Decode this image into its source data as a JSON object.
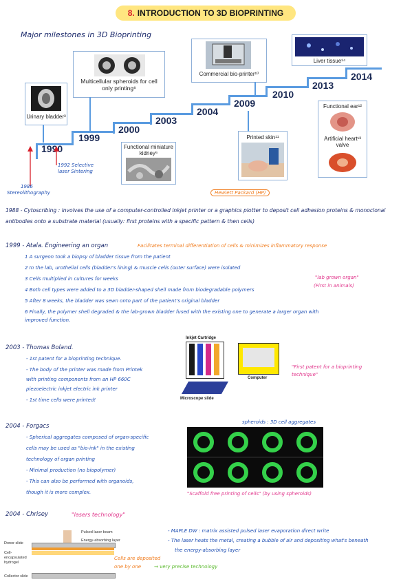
{
  "title": {
    "number": "8.",
    "text": "INTRODUCTION TO 3D BIOPRINTING"
  },
  "subtitle": "Major milestones in 3D Bioprinting",
  "timeline": {
    "years": [
      "1990",
      "1999",
      "2000",
      "2003",
      "2004",
      "2009",
      "2010",
      "2013",
      "2014"
    ],
    "cards": {
      "urinary": "Urinary bladder³",
      "spheroids": "Multicellular spheroids for cell only printing⁸",
      "kidney": "Functional miniature kidney⁶",
      "printer": "Commercial bio-printer¹⁰",
      "skin": "Printed skin¹¹",
      "liver": "Liver tissue¹⁴",
      "ear": "Functional ear¹²",
      "heart": "Artificial heart¹³ valve"
    },
    "notes": {
      "n1992": "1992 Selective laser Sintering",
      "n1986a": "1986",
      "n1986b": "Stereolithography"
    }
  },
  "hewlett": "Hewlett Packard (HP)",
  "s1988": {
    "line1": "1988 - Cytoscribing : involves the use of a computer-controlled inkjet printer or a graphics plotter to deposit cell adhesion proteins & monoclonal",
    "line2": "antibodies onto a substrate material (usually: first proteins with a specific pattern & then cells)"
  },
  "s1999": {
    "head": "1999 - Atala. Engineering an organ",
    "aside": "Facilitates terminal differentiation of cells & minimizes inflammatory response",
    "items": [
      "1   A surgeon took a biopsy of bladder tissue from the patient",
      "2   In the lab, urothelial cells (bladder's lining) & muscle cells (outer surface) were isolated",
      "3   Cells multiplied in cultures for weeks",
      "4   Both cell types were added to a 3D bladder-shaped shell made from biodegradable polymers",
      "5   After 8 weeks, the bladder was sewn onto part of the patient's original bladder",
      "6   Finally, the polymer shell degraded & the lab-grown bladder fused with the existing one to generate a larger organ with",
      "     improved function."
    ],
    "lab": "\"lab grown organ\"",
    "lab2": "(First in animals)"
  },
  "s2003": {
    "head": "2003 - Thomas Boland.",
    "items": [
      "- 1st patent for a bioprinting technique.",
      "- The body of the printer was made from Printek",
      "  with printing components from an HP 660C",
      "  piezoelectric inkjet electric ink printer",
      "- 1st time cells were printed!"
    ],
    "diagram": {
      "cartridge": "Inkjet Cartridge",
      "computer": "Computer",
      "slide": "Microscope slide"
    },
    "patent": "\"First patent for a bioprinting technique\""
  },
  "s2004a": {
    "head": "2004 - Forgacs",
    "spheroids": "spheroids : 3D cell aggregates",
    "items": [
      "- Spherical aggregates composed of organ-specific",
      "cells may be used as \"bio-ink\" in the existing",
      "technology of organ printing",
      "- Minimal production (no biopolymer)",
      "- This can also be performed with organoids,",
      "though it is more complex."
    ],
    "scaffold": "\"Scaffold free printing of cells\" (by using spheroids)"
  },
  "s2004b": {
    "head": "2004 - Chrisey",
    "tech": "\"lasers technology\"",
    "right": [
      "- MAPLE DW : matrix assisted pulsed laser evaporation direct write",
      "- The laser heats the metal, creating a bubble of air and depositing what's beneath",
      "the energy-absorbing layer"
    ],
    "dep1": "Cells are deposited",
    "dep2": "one by one",
    "precise": "→ very precise technology",
    "diagram": {
      "donor": "Donor slide",
      "cell": "Cell-encapsulated hydrogel",
      "collector": "Collector slide",
      "beam": "Pulsed laser beam",
      "absorb": "Energy-absorbing layer"
    }
  }
}
